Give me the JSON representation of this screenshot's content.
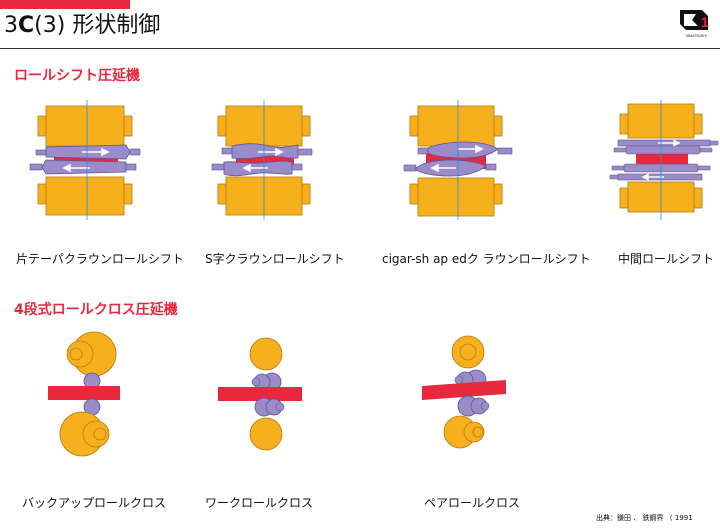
{
  "header": {
    "title_number": "3",
    "title_letter": "C",
    "title_paren": "(3)",
    "title_text": "形状制御",
    "logo_text": "TAMATSUSHI"
  },
  "sections": {
    "roll_shift": "ロールシフト圧延機",
    "roll_cross": "4段式ロールクロス圧延機"
  },
  "labels": {
    "tapered_crown": "片テーパクラウンロールシフト",
    "s_crown": "S字クラウンロールシフト",
    "cigar_shaped": "cigar-sh ap edク ラウンロールシフト",
    "intermediate": "中間ロールシフト",
    "backup_cross": "バックアップロールクロス",
    "work_cross": "ワークロールクロス",
    "pair_cross": "ペアロールクロス"
  },
  "source": "出典：鎌田 、 鉄鋼界 （ 1991",
  "colors": {
    "backup_roll": "#f6b01e",
    "backup_roll_edge": "#b87a10",
    "work_roll": "#9a8cc8",
    "work_roll_edge": "#5d5290",
    "strip": "#e8283c",
    "arrow": "#ffffff",
    "centerline": "#2a8fd0",
    "accent": "#e8283c"
  }
}
